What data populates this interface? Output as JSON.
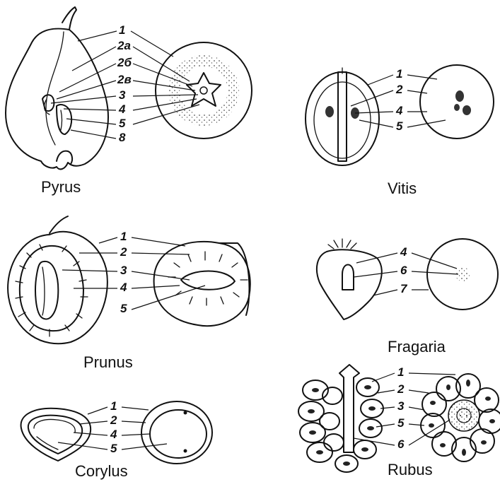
{
  "specimens": {
    "pyrus": {
      "name": "Pyrus",
      "labels": [
        "1",
        "2а",
        "2б",
        "2в",
        "3",
        "4",
        "5",
        "8"
      ]
    },
    "vitis": {
      "name": "Vitis",
      "labels": [
        "1",
        "2",
        "4",
        "5"
      ]
    },
    "prunus": {
      "name": "Prunus",
      "labels": [
        "1",
        "2",
        "3",
        "4",
        "5"
      ]
    },
    "fragaria": {
      "name": "Fragaria",
      "labels": [
        "4",
        "6",
        "7"
      ]
    },
    "corylus": {
      "name": "Corylus",
      "labels": [
        "1",
        "2",
        "4",
        "5"
      ]
    },
    "rubus": {
      "name": "Rubus",
      "labels": [
        "1",
        "2",
        "3",
        "5",
        "6"
      ]
    }
  }
}
